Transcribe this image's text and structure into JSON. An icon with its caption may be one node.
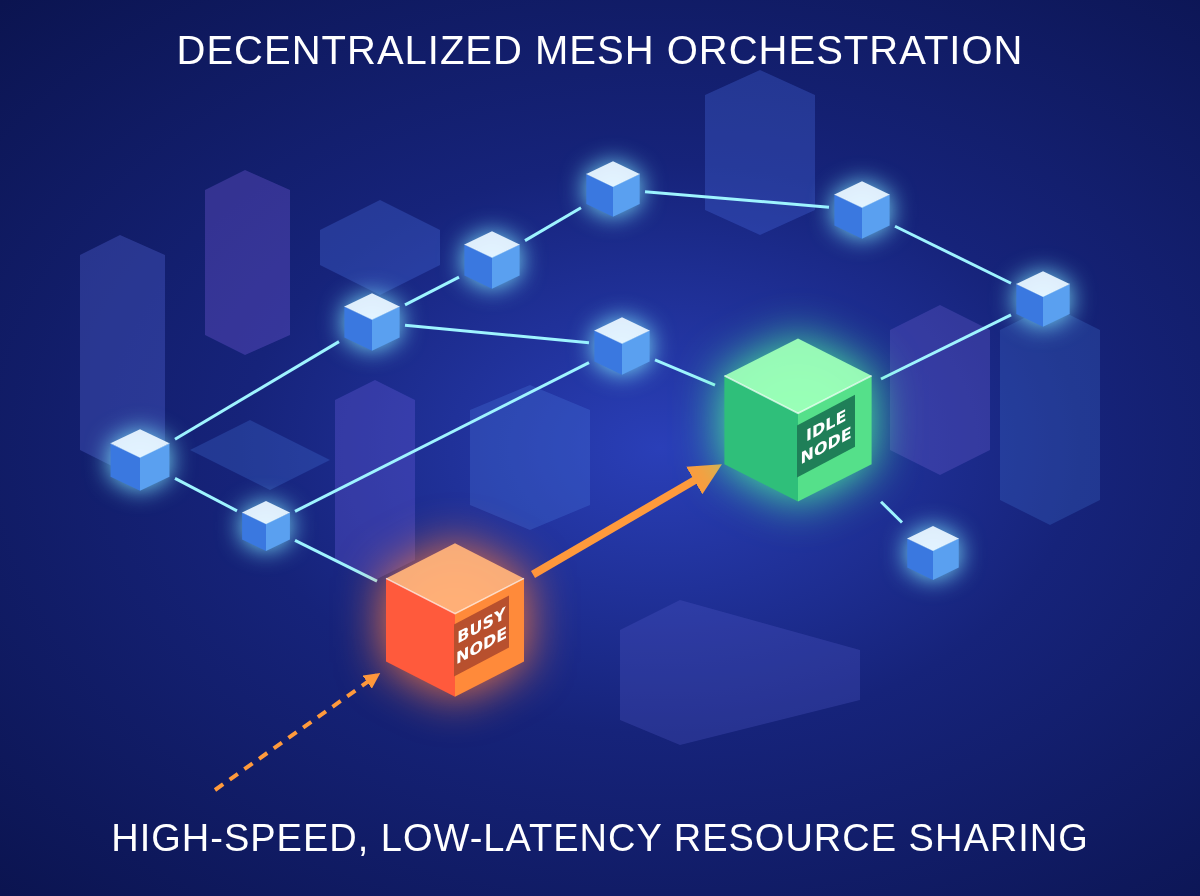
{
  "diagram": {
    "title": "DECENTRALIZED MESH ORCHESTRATION",
    "caption": "HIGH-SPEED, LOW-LATENCY RESOURCE SHARING",
    "nodes": [
      {
        "text": [
          "BUSY NODE"
        ]
      },
      {
        "text": [
          "IDLE NODE"
        ]
      },
      {
        "text": [],
        "shape": "cube"
      },
      {
        "text": [],
        "shape": "cube"
      },
      {
        "text": [],
        "shape": "cube"
      },
      {
        "text": [],
        "shape": "cube"
      },
      {
        "text": [],
        "shape": "cube"
      },
      {
        "text": [],
        "shape": "cube"
      },
      {
        "text": [],
        "shape": "cube"
      },
      {
        "text": [],
        "shape": "cube"
      },
      {
        "text": [],
        "shape": "cube"
      }
    ],
    "edges": [
      {
        "from": 0,
        "to": 1,
        "arrow": "to",
        "style": "thick",
        "color": "#ff9a3c"
      },
      {
        "from": null,
        "to": 0,
        "arrow": "to",
        "style": "dashed",
        "color": "#ff9a3c"
      },
      {
        "from": 2,
        "to": 4,
        "arrow": "none"
      },
      {
        "from": 4,
        "to": 5,
        "arrow": "none"
      },
      {
        "from": 5,
        "to": 6,
        "arrow": "none"
      },
      {
        "from": 6,
        "to": 8,
        "arrow": "none"
      },
      {
        "from": 8,
        "to": 9,
        "arrow": "none"
      },
      {
        "from": 4,
        "to": 7,
        "arrow": "none"
      },
      {
        "from": 7,
        "to": 1,
        "arrow": "none"
      },
      {
        "from": 2,
        "to": 3,
        "arrow": "none"
      },
      {
        "from": 3,
        "to": 0,
        "arrow": "none"
      },
      {
        "from": 3,
        "to": 7,
        "arrow": "none"
      },
      {
        "from": 1,
        "to": 10,
        "arrow": "none"
      },
      {
        "from": 9,
        "to": 1,
        "arrow": "none"
      }
    ]
  }
}
